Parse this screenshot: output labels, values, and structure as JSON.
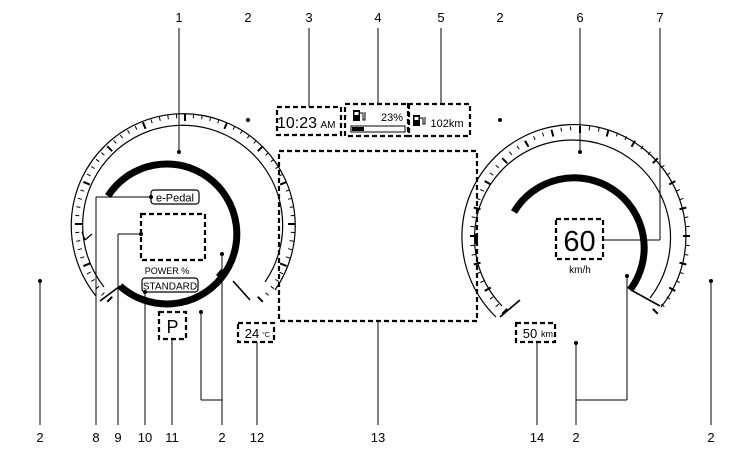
{
  "callout_numbers": {
    "n1": "1",
    "n2": "2",
    "n3": "3",
    "n4": "4",
    "n5": "5",
    "n6": "6",
    "n7": "7",
    "n8": "8",
    "n9": "9",
    "n10": "10",
    "n11": "11",
    "n12": "12",
    "n13": "13",
    "n14": "14"
  },
  "clock": {
    "time": "10:23",
    "ampm": "AM"
  },
  "battery": {
    "percent": "23%",
    "level": 0.23
  },
  "range": {
    "value": "102km"
  },
  "power_meter": {
    "epedal": "e-Pedal",
    "power_label": "POWER %",
    "mode": "STANDARD"
  },
  "gear": {
    "position": "P"
  },
  "outside_temp": {
    "value": "24",
    "unit": "°C"
  },
  "speedometer": {
    "speed": "60",
    "unit": "km/h"
  },
  "speed_limit": {
    "value": "50",
    "unit": "km"
  },
  "colors": {
    "line": "#000000",
    "background": "#ffffff"
  },
  "icons": [
    "fuel-pump-plug-icon",
    "fuel-pump-plug-icon"
  ]
}
